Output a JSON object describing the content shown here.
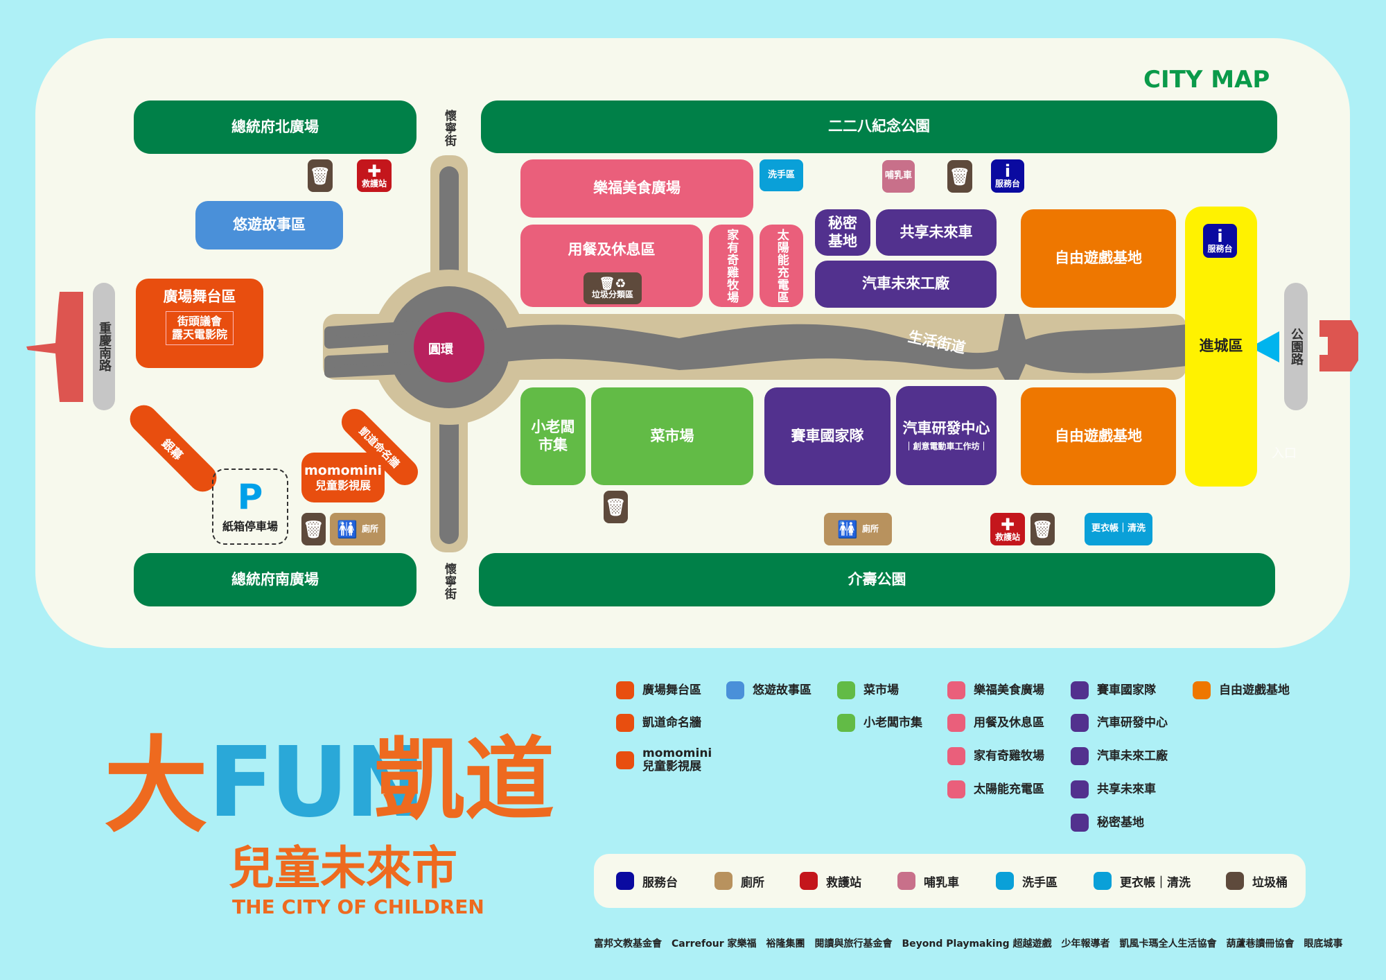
{
  "title": "CITY MAP",
  "colors": {
    "background": "#aef0f6",
    "panel": "#f7f9ed",
    "park": "#008048",
    "food": "#ea5f7b",
    "car": "#52318e",
    "play": "#ee7700",
    "stage": "#e84e0f",
    "market": "#62bb46",
    "entry": "#fff200",
    "story": "#4a90d9",
    "road": "#777777",
    "sidewalk": "#d1c29c",
    "roundabout": "#b8215e"
  },
  "parks": {
    "north_plaza": "總統府北廣場",
    "park_228": "二二八紀念公園",
    "south_plaza": "總統府南廣場",
    "jieshou_park": "介壽公園"
  },
  "roads": {
    "huaining_top": "懷寧街",
    "huaining_bottom": "懷寧街",
    "chongqing": "重慶南路",
    "gongyuan": "公園路",
    "life_street": "生活街道",
    "roundabout": "圓環",
    "entrance": "入口"
  },
  "zones": {
    "food_plaza": "樂福美食廣場",
    "dining": "用餐及休息區",
    "chicken_farm": "家有奇雞牧場",
    "solar": "太陽能充電區",
    "secret_base": "秘密基地",
    "share_car": "共享未來車",
    "car_factory": "汽車未來工廠",
    "free_play_top": "自由遊戲基地",
    "entry_zone": "進城區",
    "small_market": "小老闆市集",
    "vegetable_market": "菜市場",
    "racing_team": "賽車國家隊",
    "car_rd": "汽車研發中心",
    "car_rd_sub": "｜創意電動車工作坊｜",
    "free_play_bottom": "自由遊戲基地",
    "story_zone": "悠遊故事區",
    "stage": "廣場舞台區",
    "stage_sub1": "街頭議會",
    "stage_sub2": "露天電影院",
    "screen": "銀幕",
    "naming_wall": "凱道命名牆",
    "momomini_logo": "momomini",
    "momomini": "兒童影視展",
    "parking_letter": "P",
    "parking": "紙箱停車場"
  },
  "facilities": {
    "wash": "洗手區",
    "nursing": "哺乳車",
    "service": "服務台",
    "first_aid": "救護站",
    "toilet": "廁所",
    "changing": "更衣帳｜清洗",
    "recycle": "垃圾分類區"
  },
  "legend": [
    {
      "label": "廣場舞台區",
      "color": "#e84e0f"
    },
    {
      "label": "凱道命名牆",
      "color": "#e84e0f"
    },
    {
      "label": "momomini 兒童影視展",
      "color": "#e84e0f"
    },
    {
      "label": "悠遊故事區",
      "color": "#4a90d9"
    },
    {
      "label": "菜市場",
      "color": "#62bb46"
    },
    {
      "label": "小老闆市集",
      "color": "#62bb46"
    },
    {
      "label": "樂福美食廣場",
      "color": "#ea5f7b"
    },
    {
      "label": "用餐及休息區",
      "color": "#ea5f7b"
    },
    {
      "label": "家有奇雞牧場",
      "color": "#ea5f7b"
    },
    {
      "label": "太陽能充電區",
      "color": "#ea5f7b"
    },
    {
      "label": "賽車國家隊",
      "color": "#52318e"
    },
    {
      "label": "汽車研發中心",
      "color": "#52318e"
    },
    {
      "label": "汽車未來工廠",
      "color": "#52318e"
    },
    {
      "label": "共享未來車",
      "color": "#52318e"
    },
    {
      "label": "秘密基地",
      "color": "#52318e"
    },
    {
      "label": "自由遊戲基地",
      "color": "#ee7700"
    }
  ],
  "facility_legend": [
    {
      "label": "服務台",
      "color": "#0a0aa0"
    },
    {
      "label": "廁所",
      "color": "#b8925e"
    },
    {
      "label": "救護站",
      "color": "#c4161c"
    },
    {
      "label": "哺乳車",
      "color": "#c8708a"
    },
    {
      "label": "洗手區",
      "color": "#0aa0d8"
    },
    {
      "label": "更衣帳｜清洗",
      "color": "#0aa0d8"
    },
    {
      "label": "垃圾桶",
      "color": "#5e4a3c"
    }
  ],
  "logo": {
    "title_1": "大",
    "title_2": "FUN",
    "title_3": "凱道",
    "subtitle": "兒童未來市",
    "english": "THE CITY OF CHILDREN"
  },
  "sponsors": [
    "富邦文教基金會",
    "Carrefour 家樂福",
    "裕隆集團",
    "閱讀與旅行基金會",
    "Beyond Playmaking 超越遊戲",
    "少年報導者",
    "凱風卡瑪全人生活協會",
    "葫蘆巷讀冊協會",
    "眼底城事"
  ]
}
